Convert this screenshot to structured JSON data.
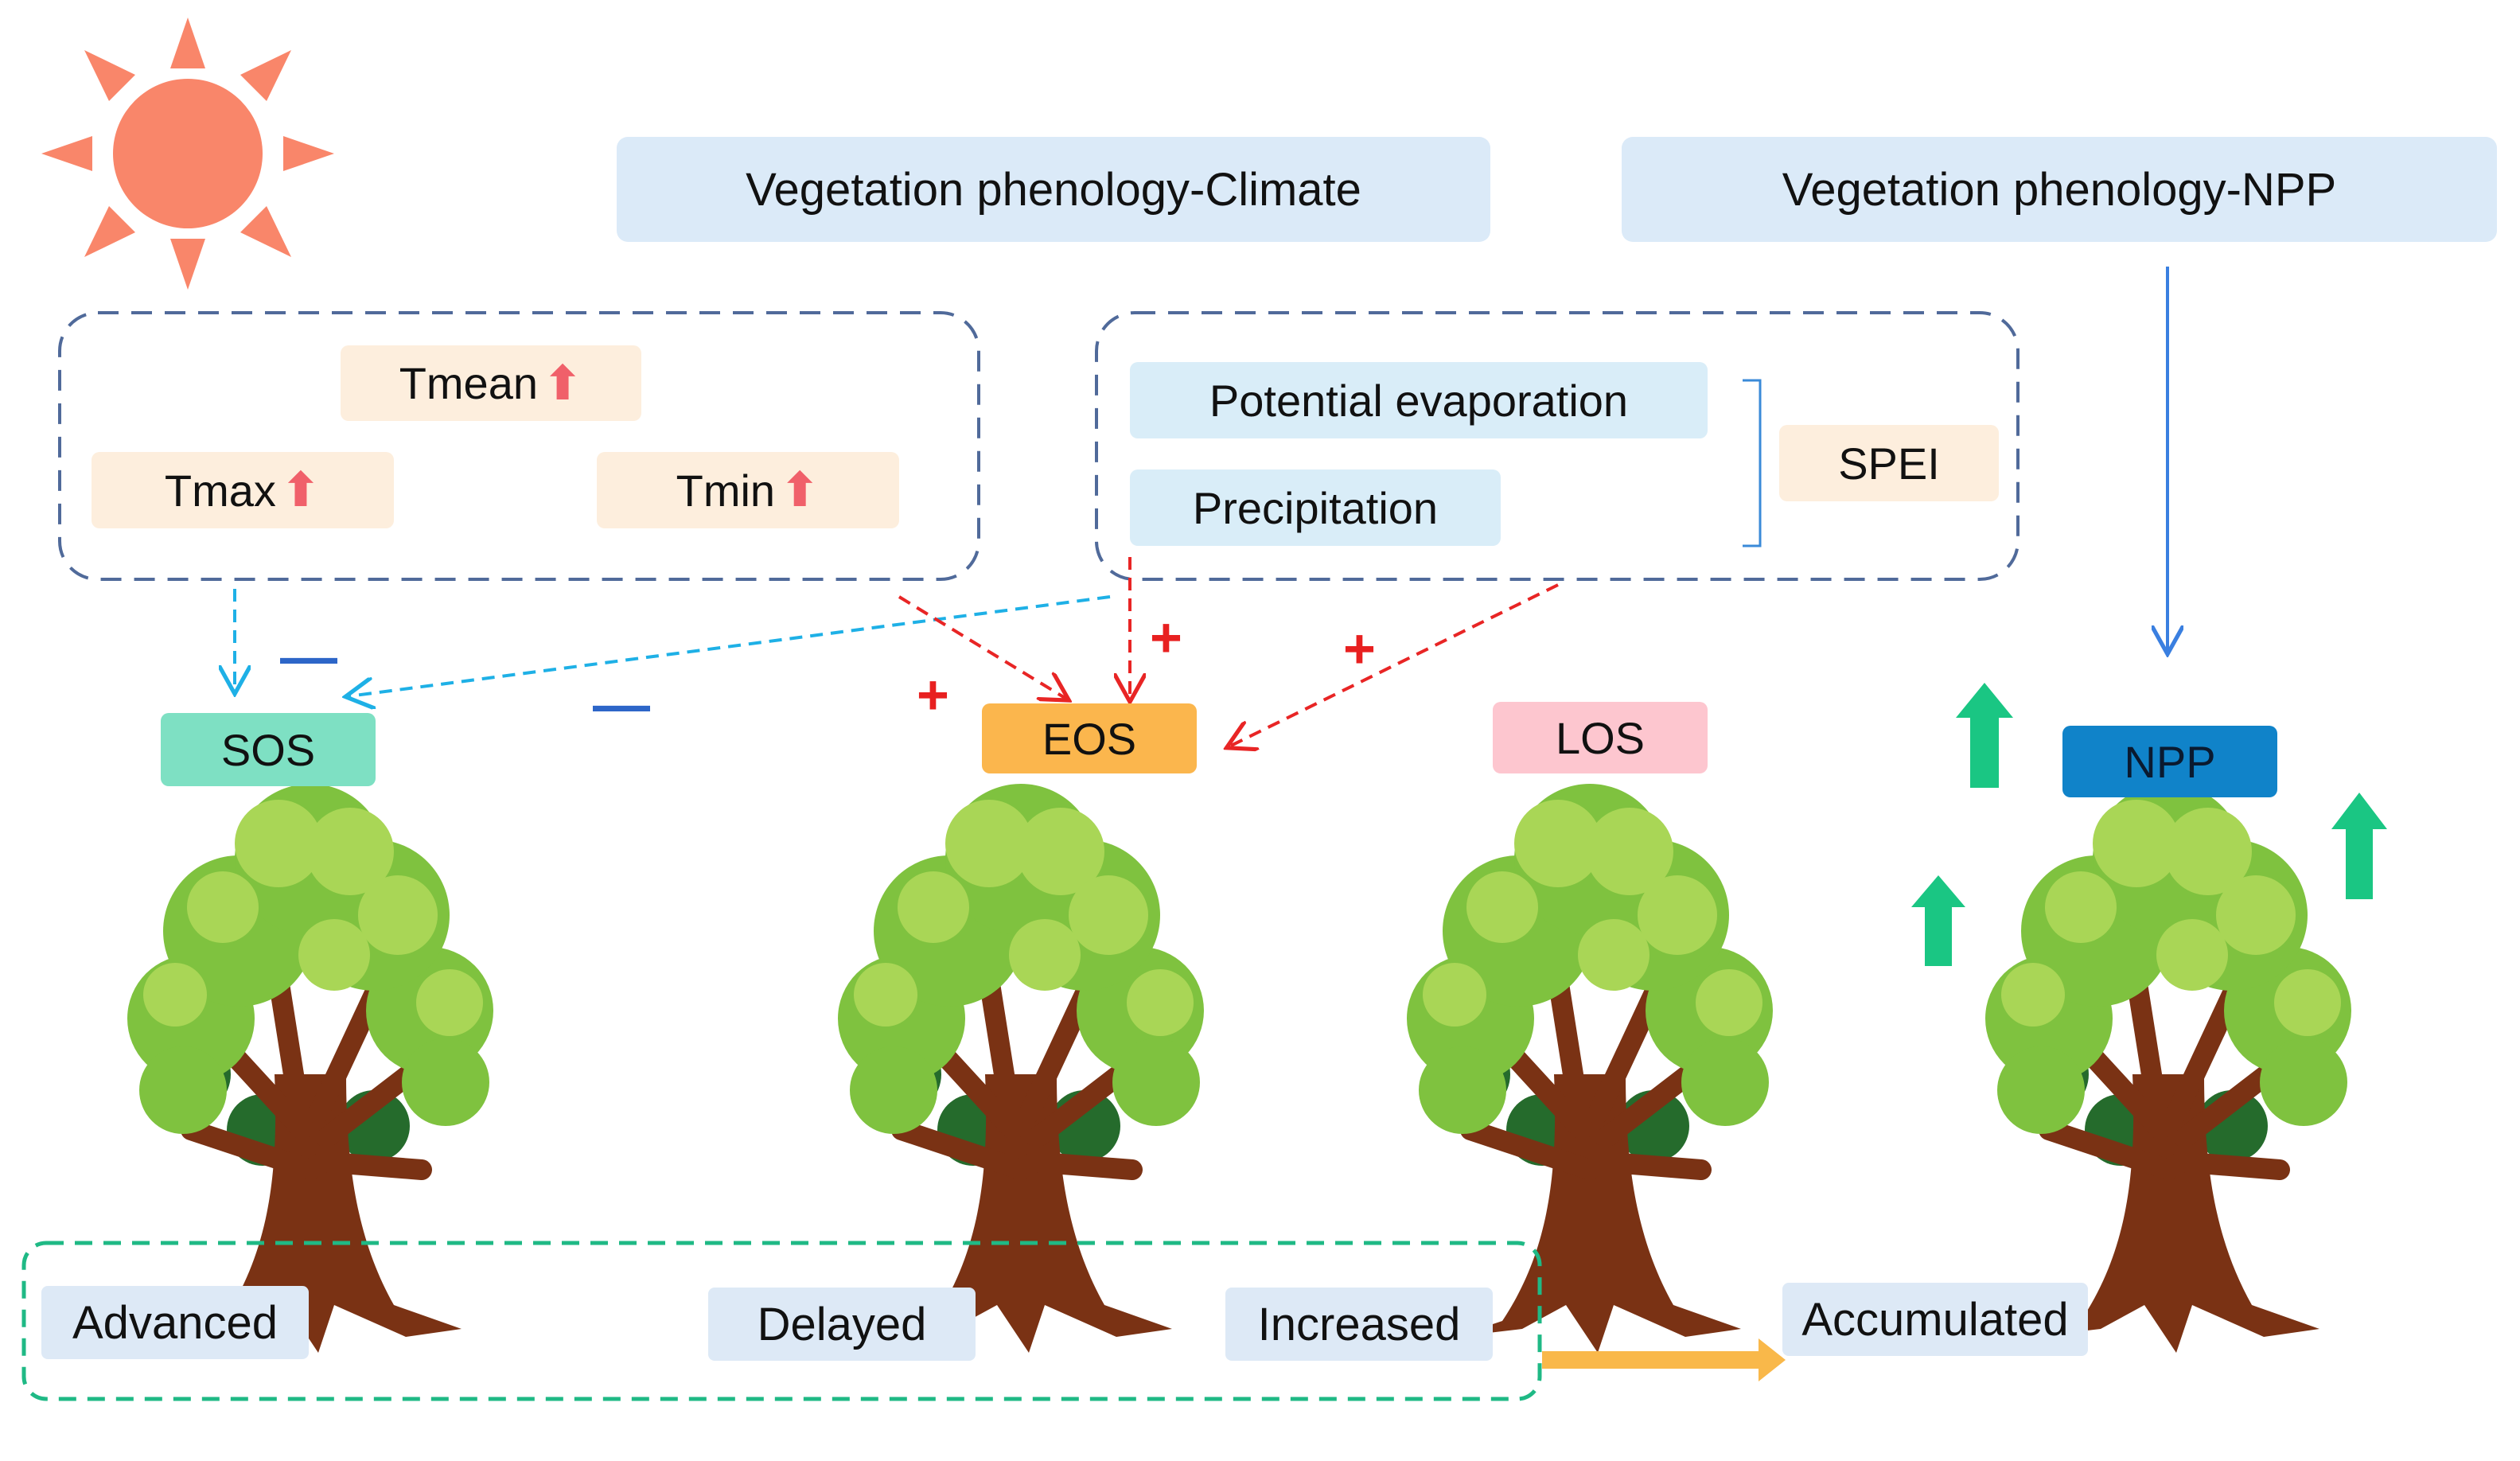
{
  "headers": {
    "climate": "Vegetation phenology-Climate",
    "npp": "Vegetation phenology-NPP"
  },
  "temperature": {
    "tmean": "Tmean",
    "tmax": "Tmax",
    "tmin": "Tmin",
    "arrow_glyph": "⬆",
    "arrow_color": "#f0606a"
  },
  "water": {
    "evaporation": "Potential evaporation",
    "precipitation": "Precipitation",
    "spei": "SPEI"
  },
  "stages": {
    "sos": "SOS",
    "eos": "EOS",
    "los": "LOS",
    "npp": "NPP"
  },
  "signs": {
    "minus": "—",
    "plus": "+"
  },
  "outcomes": {
    "advanced": "Advanced",
    "delayed": "Delayed",
    "increased": "Increased",
    "accumulated": "Accumulated"
  },
  "colors": {
    "sun": "#f9866a",
    "sos_box": "#7ee0c3",
    "eos_box": "#fbb64d",
    "los_box": "#fdc6cf",
    "npp_box": "#1083c9",
    "dashed_frame": "#506a9a",
    "temp_arrow": "#1eb0e6",
    "red_arrow": "#e82525",
    "npp_arrow": "#3a7fe0",
    "green_frame": "#1fb985",
    "orange_arrow": "#f9b84a",
    "up_arrows": "#1ac683",
    "minus_sign": "#2d66c8",
    "plus_sign": "#e82020"
  }
}
